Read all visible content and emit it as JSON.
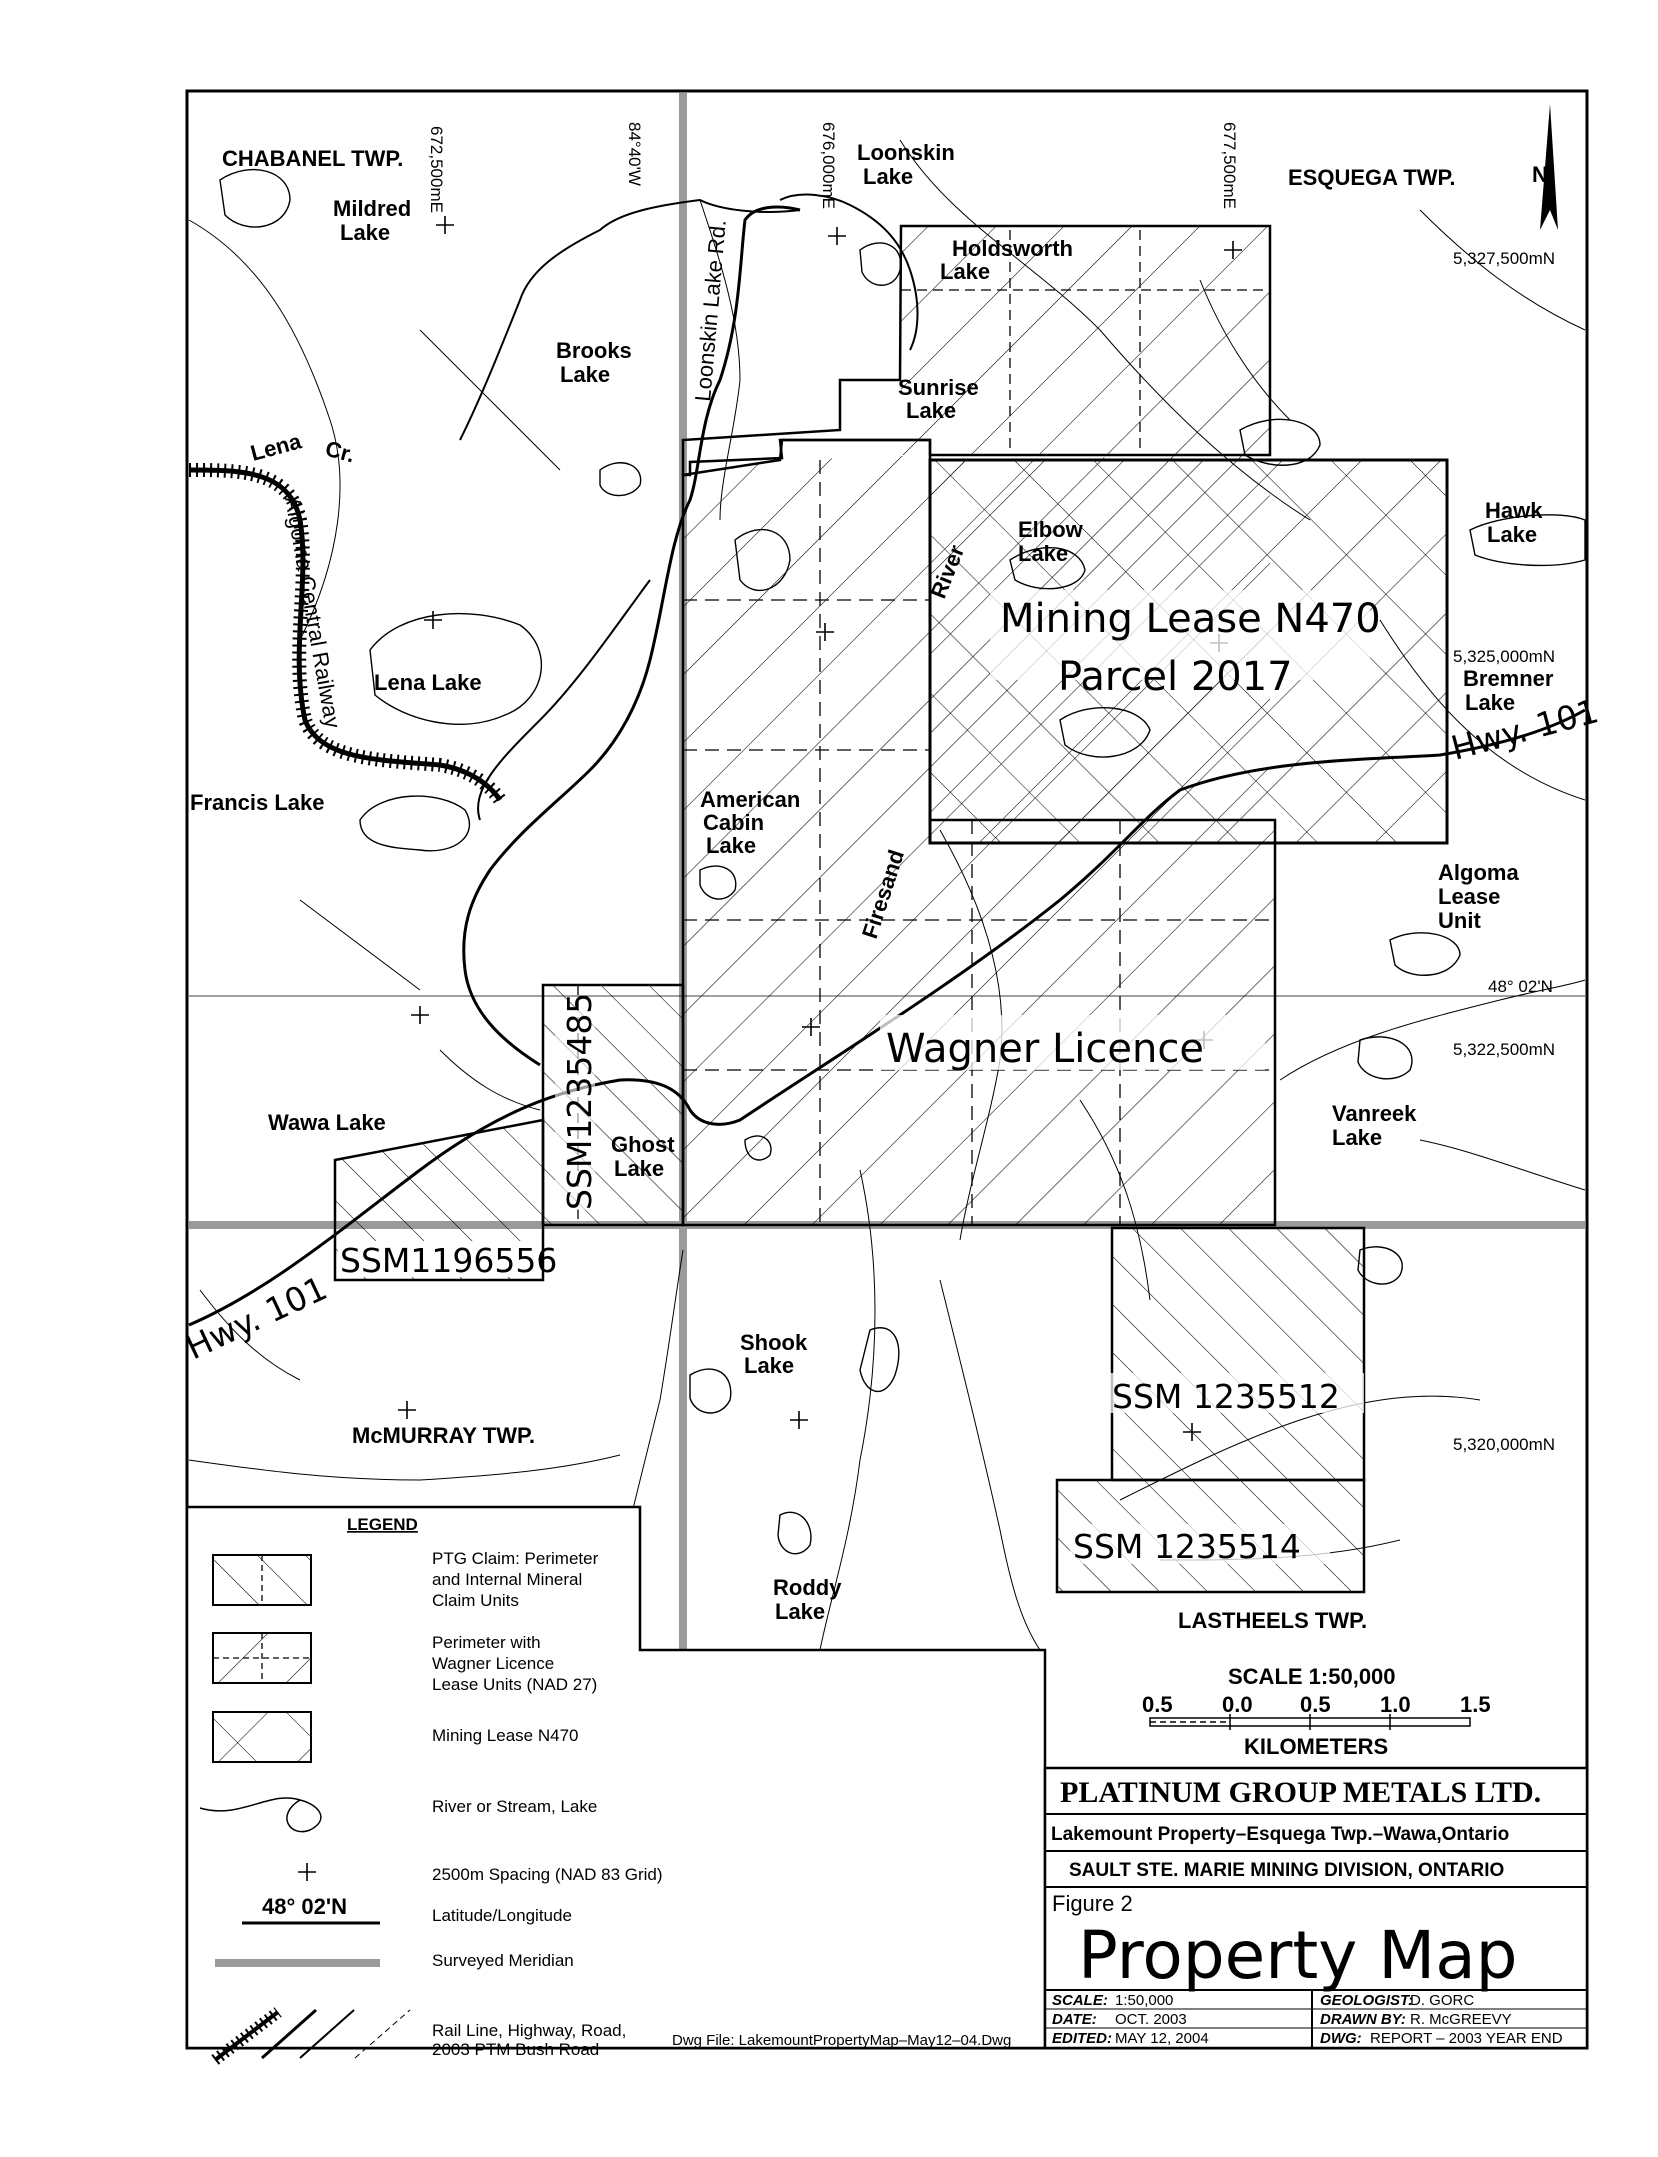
{
  "townships": {
    "chabanel": "CHABANEL TWP.",
    "esquega": "ESQUEGA TWP.",
    "mcmurray": "McMURRAY TWP.",
    "lastheels": "LASTHEELS TWP."
  },
  "grid_labels": {
    "e672500": "672,500mE",
    "meridian": "84°40'W",
    "e676000": "676,000mE",
    "e677500": "677,500mE",
    "n5327500": "5,327,500mN",
    "n5325000": "5,325,000mN",
    "n5322500": "5,322,500mN",
    "n5320000": "5,320,000mN",
    "lat": "48° 02'N"
  },
  "lakes": {
    "mildred_1": "Mildred",
    "mildred_2": "Lake",
    "loonskin_1": "Loonskin",
    "loonskin_2": "Lake",
    "holdsworth_1": "Holdsworth",
    "holdsworth_2": "Lake",
    "brooks_1": "Brooks",
    "brooks_2": "Lake",
    "sunrise_1": "Sunrise",
    "sunrise_2": "Lake",
    "elbow_1": "Elbow",
    "elbow_2": "Lake",
    "hawk_1": "Hawk",
    "hawk_2": "Lake",
    "bremner_1": "Bremner",
    "bremner_2": "Lake",
    "lena": "Lena   Lake",
    "francis": "Francis Lake",
    "american_1": "American",
    "american_2": "Cabin",
    "american_3": "Lake",
    "algoma_1": "Algoma",
    "algoma_2": "Lease",
    "algoma_3": "Unit",
    "wawa": "Wawa  Lake",
    "ghost_1": "Ghost",
    "ghost_2": "Lake",
    "vanreek_1": "Vanreek",
    "vanreek_2": "Lake",
    "shook_1": "Shook",
    "shook_2": "Lake",
    "roddy_1": "Roddy",
    "roddy_2": "Lake"
  },
  "features": {
    "lena_cr_1": "Lena",
    "lena_cr_2": "Cr.",
    "railway": "Algoma Central Railway",
    "loonskin_rd": "Loonskin Lake Rd.",
    "river": "River",
    "firesand": "Firesand",
    "hwy_101_a": "Hwy. 101",
    "hwy_101_b": "Hwy. 101"
  },
  "claims": {
    "mining_lease_1": "Mining  Lease  N470",
    "mining_lease_2": "Parcel  2017",
    "wagner": "Wagner  Licence",
    "ssm1235485": "SSM1235485",
    "ssm1196556": "SSM1196556",
    "ssm1235512": "SSM  1235512",
    "ssm1235514": "SSM  1235514"
  },
  "legend": {
    "title": "LEGEND",
    "ptg_1": "PTG Claim: Perimeter",
    "ptg_2": "and Internal Mineral",
    "ptg_3": "Claim Units",
    "wagner_1": "Perimeter with",
    "wagner_2": "Wagner Licence",
    "wagner_3": "Lease Units (NAD 27)",
    "lease": "Mining Lease N470",
    "river": "River or Stream, Lake",
    "grid": "2500m Spacing (NAD 83 Grid)",
    "latlong_sample": "48° 02'N",
    "latlong": "Latitude/Longitude",
    "meridian": "Surveyed Meridian",
    "lines_1": "Rail Line, Highway, Road,",
    "lines_2": "2003 PTM Bush Road"
  },
  "scale": {
    "title": "SCALE  1:50,000",
    "ticks": [
      "0.5",
      "0.0",
      "0.5",
      "1.0",
      "1.5"
    ],
    "units": "KILOMETERS"
  },
  "title_block": {
    "company": "PLATINUM  GROUP  METALS  LTD.",
    "project": "Lakemount  Property–Esquega  Twp.–Wawa,Ontario",
    "division": "SAULT  STE.  MARIE  MINING  DIVISION,  ONTARIO",
    "figure": "Figure  2",
    "map_title": "Property  Map",
    "scale_label": "SCALE:",
    "scale_value": "1:50,000",
    "date_label": "DATE:",
    "date_value": "OCT. 2003",
    "edited_label": "EDITED:",
    "edited_value": "MAY 12, 2004",
    "geologist_label": "GEOLOGIST:",
    "geologist_value": "D. GORC",
    "drawn_label": "DRAWN BY:",
    "drawn_value": "R. McGREEVY",
    "dwg_label": "DWG:",
    "dwg_value": "REPORT – 2003 YEAR END"
  },
  "dwg_file": "Dwg File: LakemountPropertyMap–May12–04.Dwg",
  "north_arrow": "N"
}
